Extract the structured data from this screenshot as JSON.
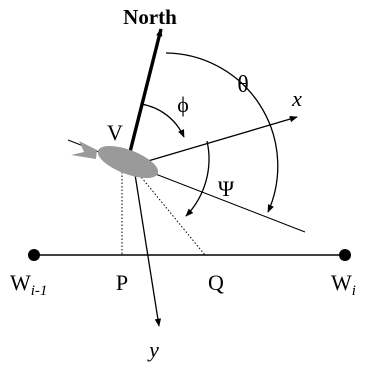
{
  "labels": {
    "north": "North",
    "theta": "θ",
    "phi": "ϕ",
    "psi": "Ψ",
    "x_axis": "x",
    "y_axis": "y",
    "vehicle": "V",
    "waypoint_prev_base": "W",
    "waypoint_prev_sub": "i-1",
    "waypoint_next_base": "W",
    "waypoint_next_sub": "i",
    "point_p": "P",
    "point_q": "Q"
  },
  "colors": {
    "ink": "#000000",
    "vehicle_body": "#9a9a9a"
  }
}
